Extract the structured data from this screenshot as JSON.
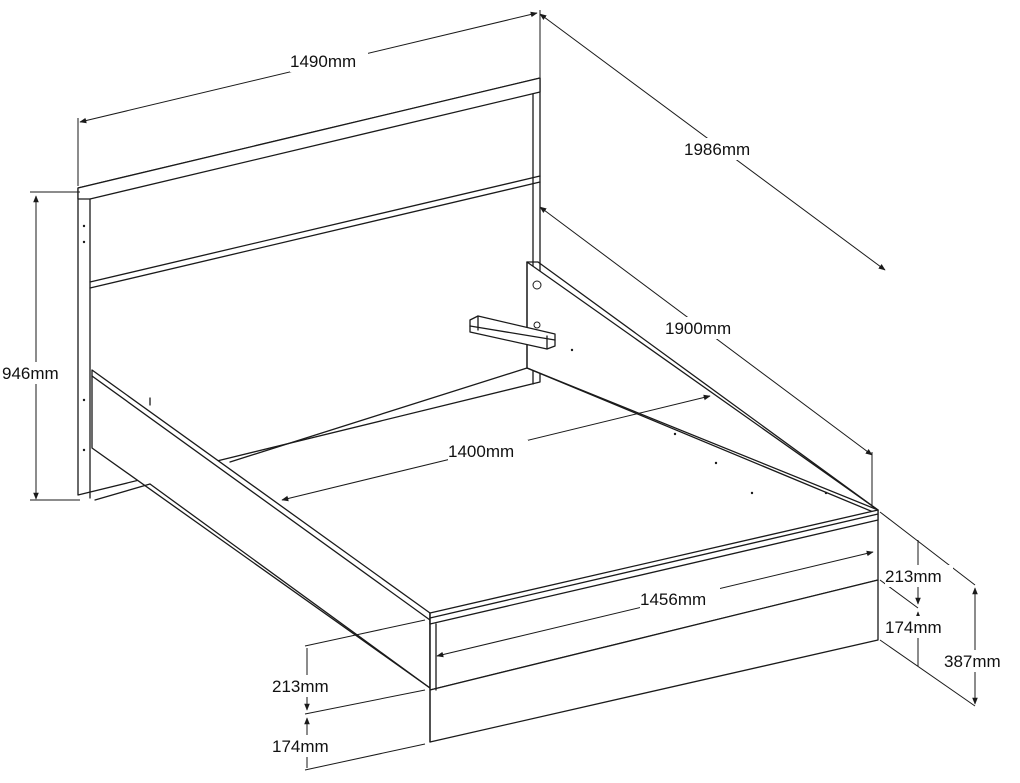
{
  "dimensions": {
    "headboard_width": "1490mm",
    "total_length": "1986mm",
    "headboard_height": "946mm",
    "side_rail_length": "1900mm",
    "inner_width": "1400mm",
    "footboard_width": "1456mm",
    "rail_height_right": "213mm",
    "leg_height_right": "174mm",
    "total_height_right": "387mm",
    "rail_height_left": "213mm",
    "leg_height_left": "174mm"
  }
}
